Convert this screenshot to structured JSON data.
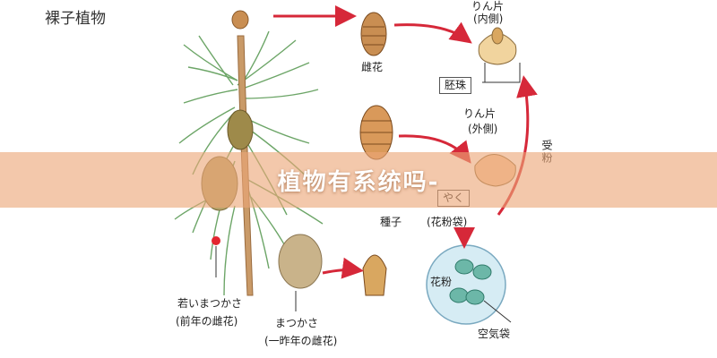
{
  "title": "裸子植物",
  "labels": {
    "female_cone": "雌花",
    "scale_inner_line1": "りん片",
    "scale_inner_line2": "(内側)",
    "ovule": "胚珠",
    "scale_outer_line1": "りん片",
    "scale_outer_line2": "(外側)",
    "pollination": "受粉",
    "yaku": "やく",
    "pollen_sac": "(花粉袋)",
    "seed": "種子",
    "pollen": "花粉",
    "air_sac": "空気袋",
    "young_cone_line1": "若いまつかさ",
    "young_cone_line2": "(前年の雌花)",
    "old_cone_line1": "まつかさ",
    "old_cone_line2": "(一昨年の雌花)"
  },
  "banner_text": "植物有系统吗-",
  "colors": {
    "arrow": "#d62839",
    "needle": "#5d9c57",
    "stem": "#c99a68",
    "cone": "#c98e52",
    "pollen_bg": "#d6ecf4",
    "pollen_grain": "#6cb7a8",
    "banner": "#eca678"
  }
}
